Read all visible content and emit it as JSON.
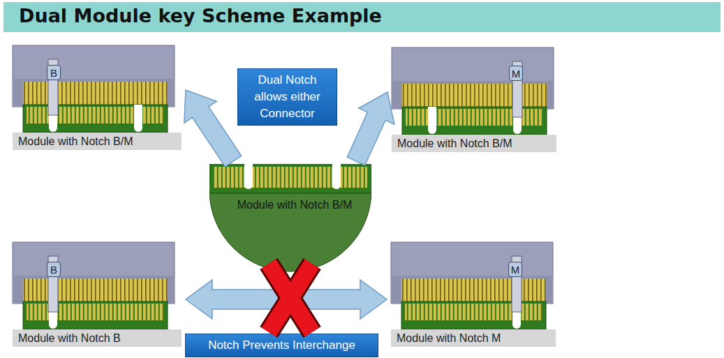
{
  "diagram": {
    "title": "Dual Module key Scheme Example",
    "nodes": [
      {
        "text": [
          "Module with Notch B/M"
        ]
      },
      {
        "text": [
          "B"
        ],
        "in": 0
      },
      {
        "text": [
          "Dual Notch allows either Connector"
        ]
      },
      {
        "text": [
          "Module with Notch B/M"
        ]
      },
      {
        "text": [
          "M"
        ],
        "in": 3
      },
      {
        "text": [
          "Module with Notch B/M"
        ]
      },
      {
        "text": [
          "Module with Notch B"
        ]
      },
      {
        "text": [
          "B"
        ],
        "in": 6
      },
      {
        "text": [
          "Notch Prevents Interchange"
        ]
      },
      {
        "text": [
          "Module with Notch M"
        ]
      },
      {
        "text": [
          "M"
        ],
        "in": 9
      }
    ],
    "edges": [
      {
        "from": 5,
        "to": 0,
        "arrow": "to"
      },
      {
        "from": 5,
        "to": 3,
        "arrow": "to"
      },
      {
        "from": 6,
        "to": 9,
        "arrow": "both"
      }
    ]
  }
}
